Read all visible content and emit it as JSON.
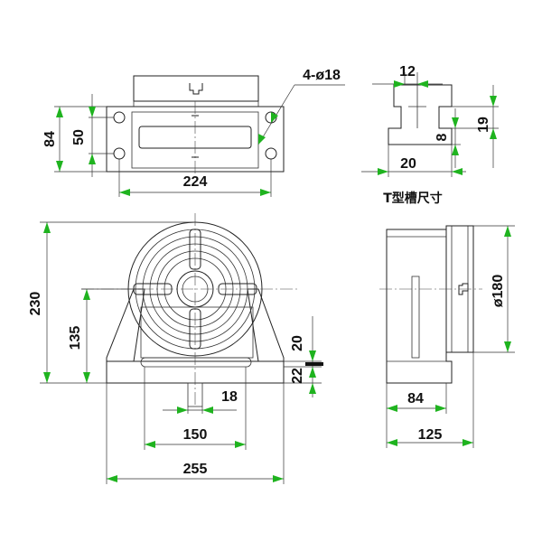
{
  "diagram": {
    "top_view": {
      "height_overall": "84",
      "hole_spacing_v": "50",
      "hole_spacing_h": "224",
      "hole_callout": "4-ø18"
    },
    "t_slot": {
      "slot_width": "12",
      "slot_depth": "19",
      "neck_height": "8",
      "head_width": "20",
      "caption": "T型槽尺寸"
    },
    "front_view": {
      "overall_height": "230",
      "center_height": "135",
      "base_thickness_top": "20",
      "base_thickness_bottom": "22",
      "slot_width": "18",
      "hole_spacing": "150",
      "overall_width": "255"
    },
    "side_view": {
      "disc_diameter": "ø180",
      "base_length": "84",
      "overall_length": "125"
    }
  }
}
